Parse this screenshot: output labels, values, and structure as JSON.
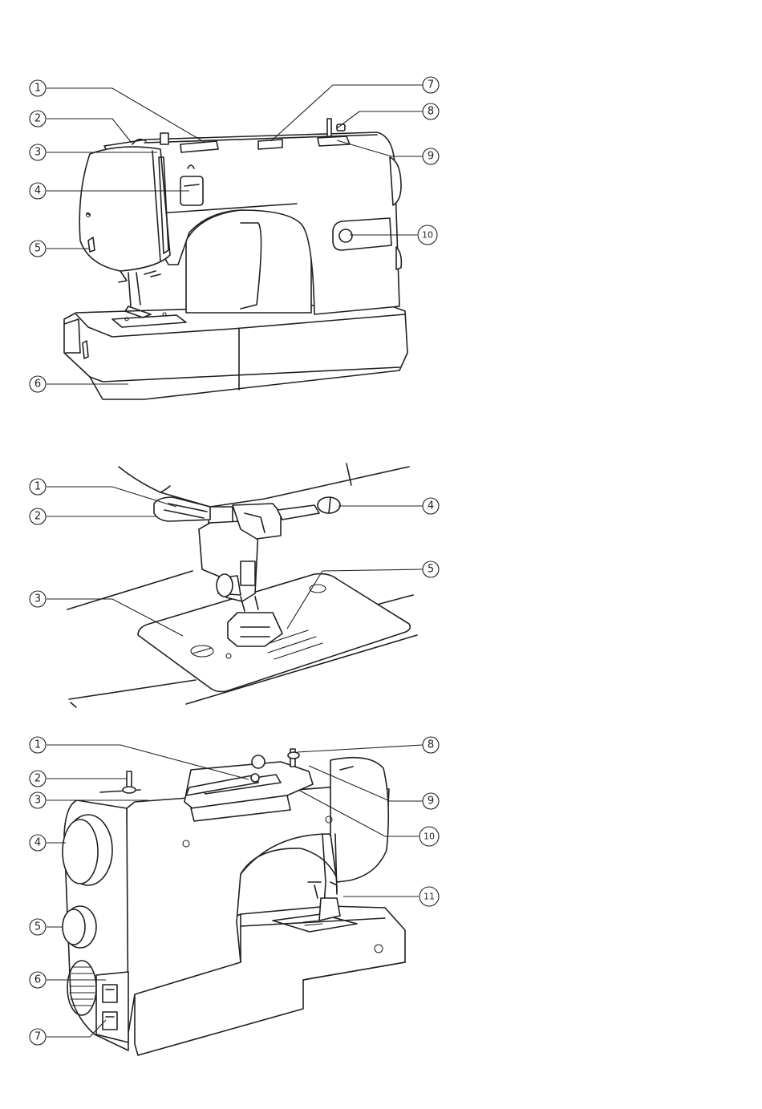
{
  "figures": [
    {
      "id": "front-view",
      "callouts": [
        {
          "number": "1"
        },
        {
          "number": "2"
        },
        {
          "number": "3"
        },
        {
          "number": "4"
        },
        {
          "number": "5"
        },
        {
          "number": "6"
        },
        {
          "number": "7"
        },
        {
          "number": "8"
        },
        {
          "number": "9"
        },
        {
          "number": "10"
        }
      ]
    },
    {
      "id": "presser-foot-detail",
      "callouts": [
        {
          "number": "1"
        },
        {
          "number": "2"
        },
        {
          "number": "3"
        },
        {
          "number": "4"
        },
        {
          "number": "5"
        }
      ]
    },
    {
      "id": "rear-view",
      "callouts": [
        {
          "number": "1"
        },
        {
          "number": "2"
        },
        {
          "number": "3"
        },
        {
          "number": "4"
        },
        {
          "number": "5"
        },
        {
          "number": "6"
        },
        {
          "number": "7"
        },
        {
          "number": "8"
        },
        {
          "number": "9"
        },
        {
          "number": "10"
        },
        {
          "number": "11"
        }
      ]
    }
  ]
}
